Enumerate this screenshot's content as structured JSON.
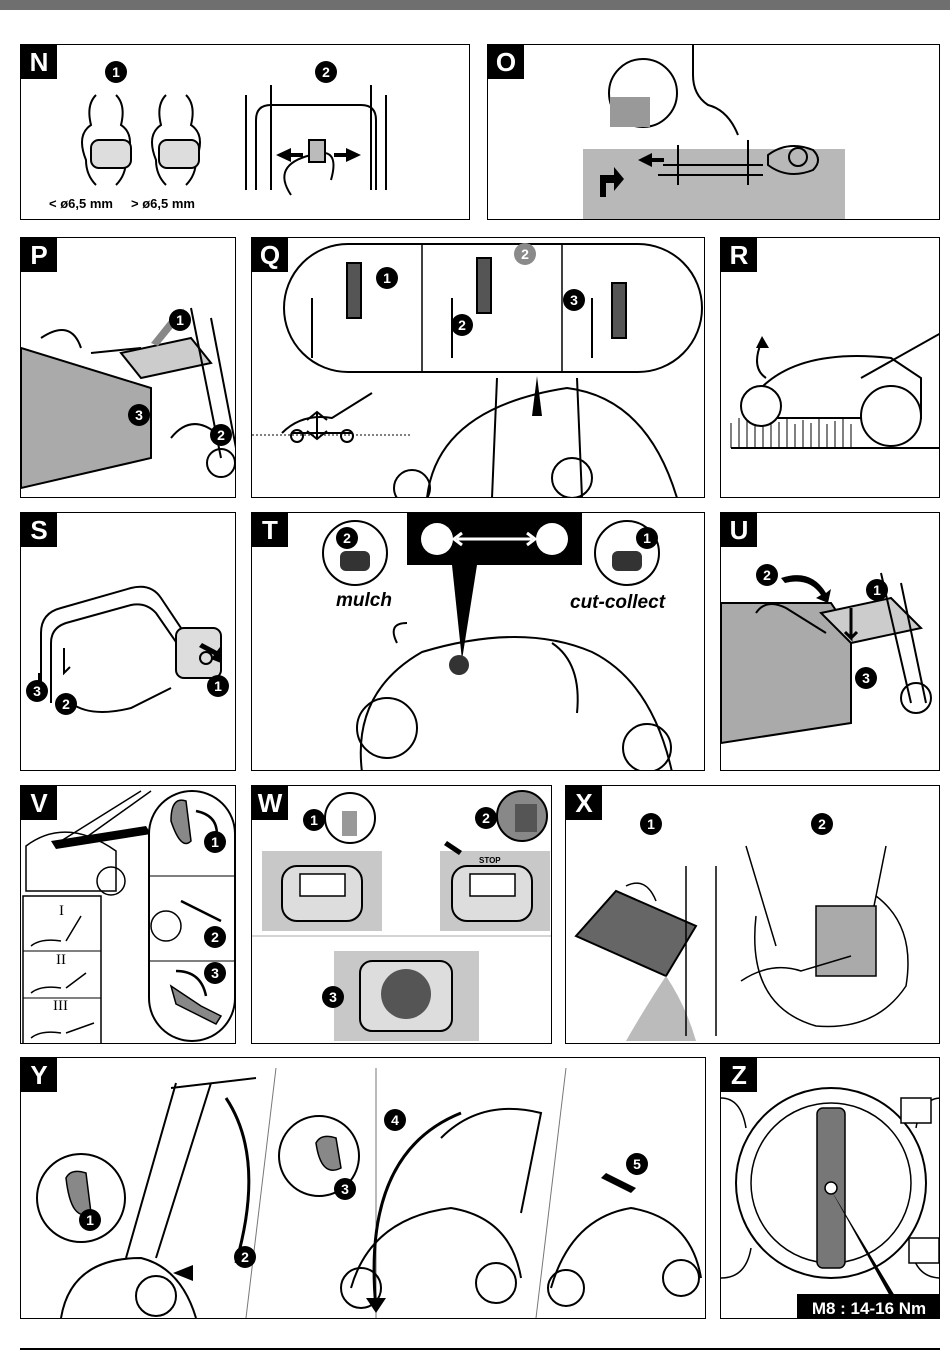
{
  "panels": {
    "N": {
      "label": "N",
      "steps": [
        "1",
        "2"
      ],
      "size_small": "< ø6,5 mm",
      "size_large": "> ø6,5 mm"
    },
    "O": {
      "label": "O"
    },
    "P": {
      "label": "P",
      "steps": [
        "1",
        "2",
        "3"
      ]
    },
    "Q": {
      "label": "Q",
      "steps": [
        "1",
        "2",
        "3"
      ],
      "gray_step": "2"
    },
    "R": {
      "label": "R"
    },
    "S": {
      "label": "S",
      "steps": [
        "1",
        "2",
        "3"
      ]
    },
    "T": {
      "label": "T",
      "steps": [
        "1",
        "2"
      ],
      "mode_left": "mulch",
      "mode_right": "cut-collect"
    },
    "U": {
      "label": "U",
      "steps": [
        "1",
        "2",
        "3"
      ]
    },
    "V": {
      "label": "V",
      "steps": [
        "1",
        "2",
        "3"
      ],
      "heights": [
        "I",
        "II",
        "III"
      ]
    },
    "W": {
      "label": "W",
      "steps": [
        "1",
        "2",
        "3"
      ],
      "stop_text": "STOP"
    },
    "X": {
      "label": "X",
      "steps": [
        "1",
        "2"
      ]
    },
    "Y": {
      "label": "Y",
      "steps": [
        "1",
        "2",
        "3",
        "4",
        "5"
      ]
    },
    "Z": {
      "label": "Z",
      "torque": "M8 : 14-16 Nm"
    }
  },
  "colors": {
    "label_bg": "#000000",
    "topbar": "#6f6f6f",
    "gray_fill": "#d0d0d0",
    "dark_fill": "#9a9a9a"
  }
}
